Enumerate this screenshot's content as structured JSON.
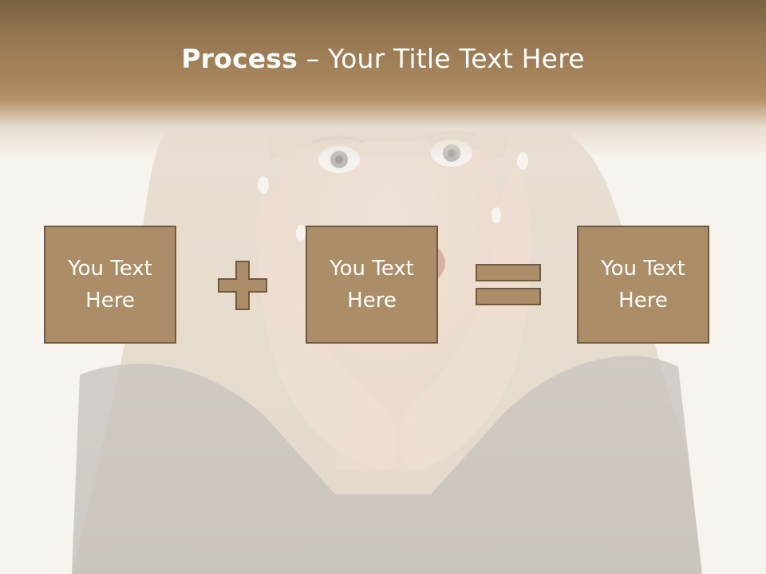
{
  "slide": {
    "title_bold": "Process",
    "title_dash": " – ",
    "title_rest": "Your Title Text Here"
  },
  "boxes": [
    {
      "text": "You Text Here"
    },
    {
      "text": "You Text Here"
    },
    {
      "text": "You Text Here"
    }
  ],
  "operators": [
    "plus-icon",
    "equals-icon"
  ],
  "colors": {
    "header_dark": "#7a6242",
    "header_light": "#b39068",
    "box_fill": "#ab8e68",
    "box_border": "#6f5a3f",
    "text": "#ffffff"
  }
}
